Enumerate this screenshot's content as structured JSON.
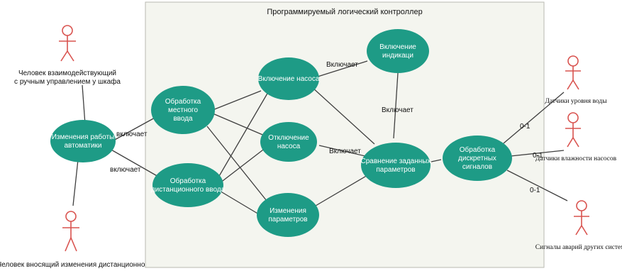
{
  "system": {
    "title": "Программируемый логический контроллер"
  },
  "use_cases": {
    "uc_auto": "Изменения работы\nавтоматики",
    "uc_local": "Обработка\nместного\nввода",
    "uc_remote": "Обработка\nдистанционного ввода",
    "uc_pump_on": "Включение насоса",
    "uc_pump_off": "Отключение\nнасоса",
    "uc_params": "Изменения\nпараметров",
    "uc_indicate": "Включение\nиндикаци",
    "uc_compare": "Сравнение заданных\nпараметров",
    "uc_discrete": "Обработка\nдискретных\nсигналов"
  },
  "actors": {
    "manual_operator": "Человек взаимодействующий\nс ручным управлением у шкафа",
    "remote_operator": "Человек вносящий изменения дистанционно",
    "water_sensor": "Датчики уровня воды",
    "moisture_sensor": "Датчики влажности насосов",
    "other_alarms": "Сигналы аварий других систем"
  },
  "relations": {
    "include_1": "включает",
    "include_2": "включает",
    "include_3": "Включает",
    "include_4": "Включает",
    "include_5": "Включает",
    "mult_1": "0-1",
    "mult_2": "0-1",
    "mult_3": "0-1"
  },
  "colors": {
    "use_case_fill": "#1e9b86",
    "system_fill": "#f4f5ef",
    "actor_stroke": "#d9534f"
  }
}
